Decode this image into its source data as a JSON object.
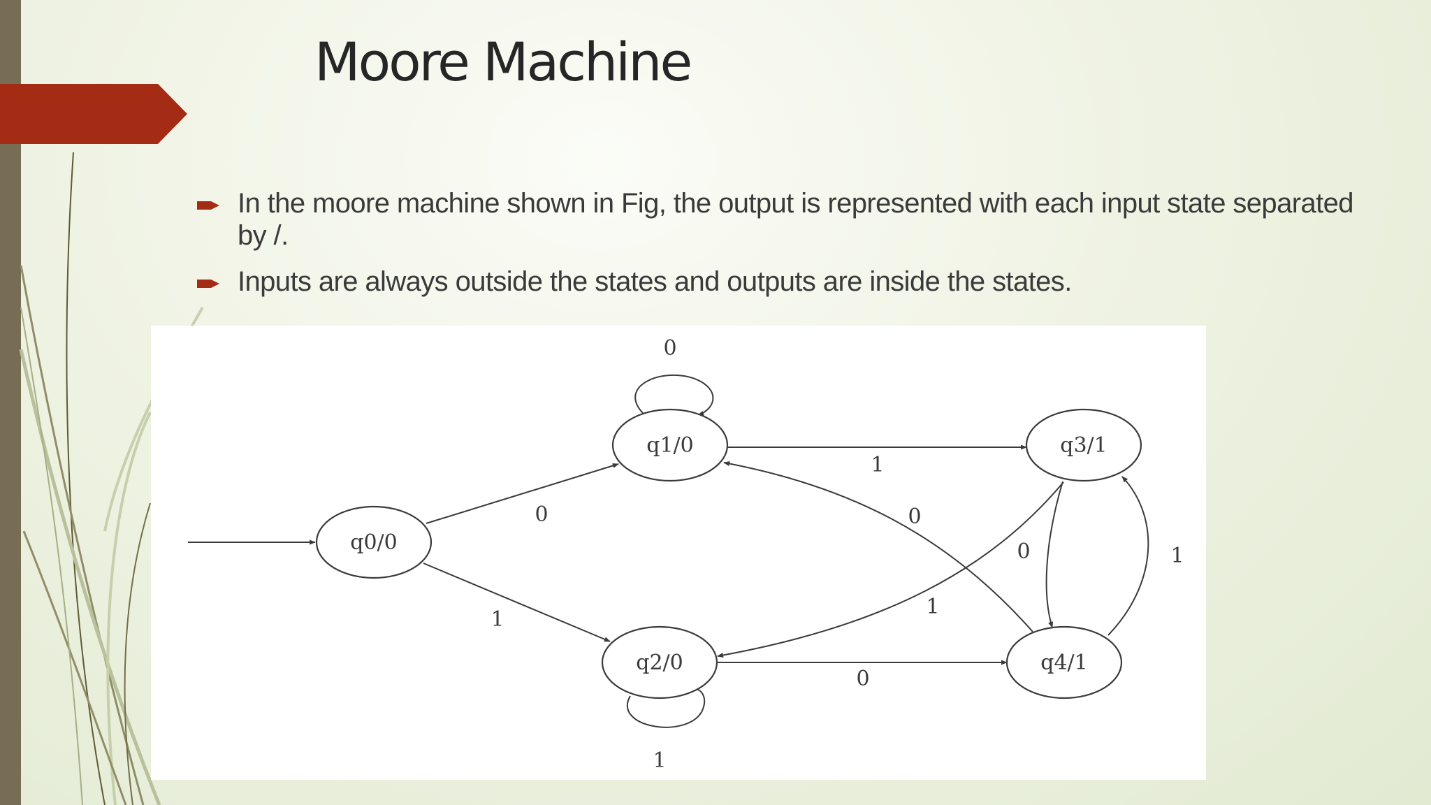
{
  "slide": {
    "title": "Moore Machine",
    "bullets": [
      "In the moore machine shown in Fig, the output is represented with each input state separated by /.",
      "Inputs are always outside the states and outputs are inside the states."
    ]
  },
  "theme": {
    "accent": "#a52c14",
    "sidebar": "#776d55",
    "title_color": "#262626",
    "text_color": "#3a3a3a"
  },
  "diagram": {
    "states": [
      {
        "id": "q0",
        "label": "q0/0"
      },
      {
        "id": "q1",
        "label": "q1/0"
      },
      {
        "id": "q2",
        "label": "q2/0"
      },
      {
        "id": "q3",
        "label": "q3/1"
      },
      {
        "id": "q4",
        "label": "q4/1"
      }
    ],
    "transitions": [
      {
        "from": "q0",
        "to": "q1",
        "input": "0"
      },
      {
        "from": "q0",
        "to": "q2",
        "input": "1"
      },
      {
        "from": "q1",
        "to": "q1",
        "input": "0"
      },
      {
        "from": "q1",
        "to": "q3",
        "input": "1"
      },
      {
        "from": "q2",
        "to": "q2",
        "input": "1"
      },
      {
        "from": "q2",
        "to": "q4",
        "input": "0"
      },
      {
        "from": "q3",
        "to": "q2",
        "input": "1"
      },
      {
        "from": "q3",
        "to": "q4",
        "input": "0"
      },
      {
        "from": "q4",
        "to": "q1",
        "input": "0"
      },
      {
        "from": "q4",
        "to": "q3",
        "input": "1"
      }
    ]
  }
}
